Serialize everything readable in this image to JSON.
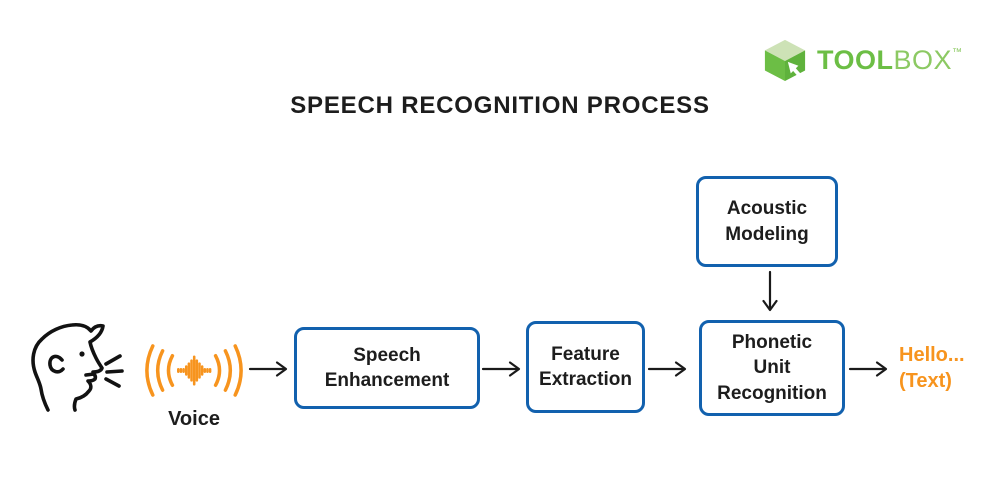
{
  "title": "SPEECH RECOGNITION PROCESS",
  "logo": {
    "brand_bold": "TOOL",
    "brand_light": "BOX",
    "trademark": "™",
    "icon": "toolbox-cube-icon"
  },
  "colors": {
    "blue": "#1261AE",
    "orange": "#F7941E",
    "green": "#6CBE45",
    "green-light": "#8CC963",
    "green-pale": "#CDE2B6",
    "green-dark": "#5FB23C",
    "ink": "#1D1D1D"
  },
  "diagram": {
    "nodes": [
      {
        "id": "voice-source",
        "type": "icon",
        "icon": "speaking-person-icon",
        "label": "Voice"
      },
      {
        "id": "voice-wave",
        "type": "icon",
        "icon": "sound-wave-icon",
        "label": ""
      },
      {
        "id": "speech-enhancement",
        "type": "box",
        "label": "Speech\nEnhancement"
      },
      {
        "id": "feature-extraction",
        "type": "box",
        "label": "Feature\nExtraction"
      },
      {
        "id": "acoustic-modeling",
        "type": "box",
        "label": "Acoustic\nModeling"
      },
      {
        "id": "phonetic-unit-recognition",
        "type": "box",
        "label": "Phonetic\nUnit\nRecognition"
      },
      {
        "id": "output-text",
        "type": "text",
        "label": "Hello...\n(Text)"
      }
    ],
    "edges": [
      {
        "from": "voice-wave",
        "to": "speech-enhancement",
        "direction": "right"
      },
      {
        "from": "speech-enhancement",
        "to": "feature-extraction",
        "direction": "right"
      },
      {
        "from": "feature-extraction",
        "to": "phonetic-unit-recognition",
        "direction": "right"
      },
      {
        "from": "acoustic-modeling",
        "to": "phonetic-unit-recognition",
        "direction": "down"
      },
      {
        "from": "phonetic-unit-recognition",
        "to": "output-text",
        "direction": "right"
      }
    ]
  }
}
